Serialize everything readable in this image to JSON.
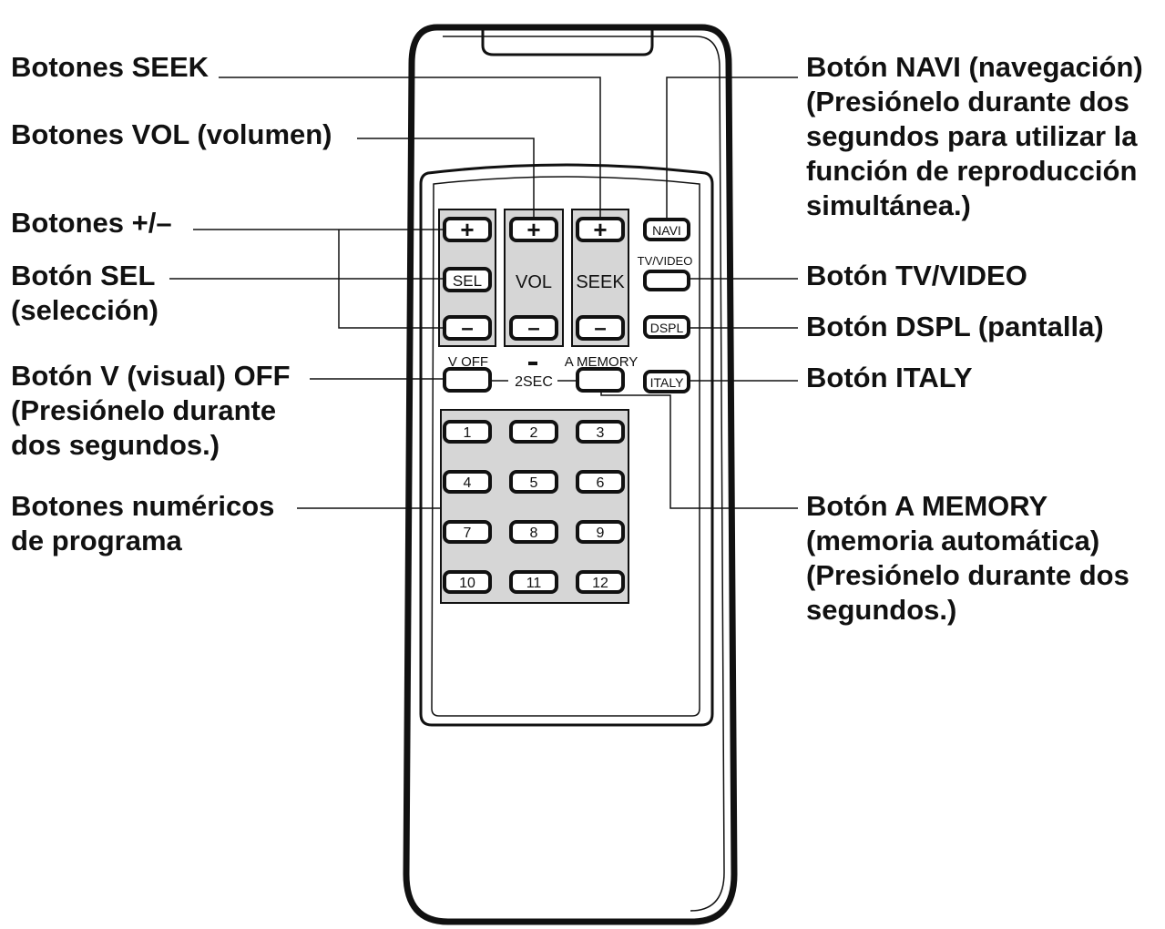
{
  "left_callouts": {
    "seek": [
      "Botones SEEK"
    ],
    "vol": [
      "Botones VOL (volumen)"
    ],
    "plus_minus": [
      "Botones +/–"
    ],
    "sel": [
      "Botón SEL",
      "(selección)"
    ],
    "voff": [
      "Botón V (visual) OFF",
      "(Presiónelo durante",
      "dos segundos.)"
    ],
    "numeric": [
      "Botones numéricos",
      "de programa"
    ]
  },
  "right_callouts": {
    "navi": [
      "Botón NAVI (navegación)",
      "(Presiónelo durante dos",
      "segundos para utilizar la",
      "función de reproducción",
      "simultánea.)"
    ],
    "tvvideo": [
      "Botón TV/VIDEO"
    ],
    "dspl": [
      "Botón DSPL (pantalla)"
    ],
    "italy": [
      "Botón ITALY"
    ],
    "amemory": [
      "Botón A MEMORY",
      "(memoria automática)",
      "(Presiónelo durante dos",
      "segundos.)"
    ]
  },
  "remote": {
    "plus": "+",
    "minus": "–",
    "sel": "SEL",
    "vol": "VOL",
    "seek": "SEEK",
    "navi": "NAVI",
    "tv_video": "TV/VIDEO",
    "dspl": "DSPL",
    "italy": "ITALY",
    "v_off": "V OFF",
    "two_sec": "2SEC",
    "a_memory": "A MEMORY",
    "numbers": [
      "1",
      "2",
      "3",
      "4",
      "5",
      "6",
      "7",
      "8",
      "9",
      "10",
      "11",
      "12"
    ]
  }
}
